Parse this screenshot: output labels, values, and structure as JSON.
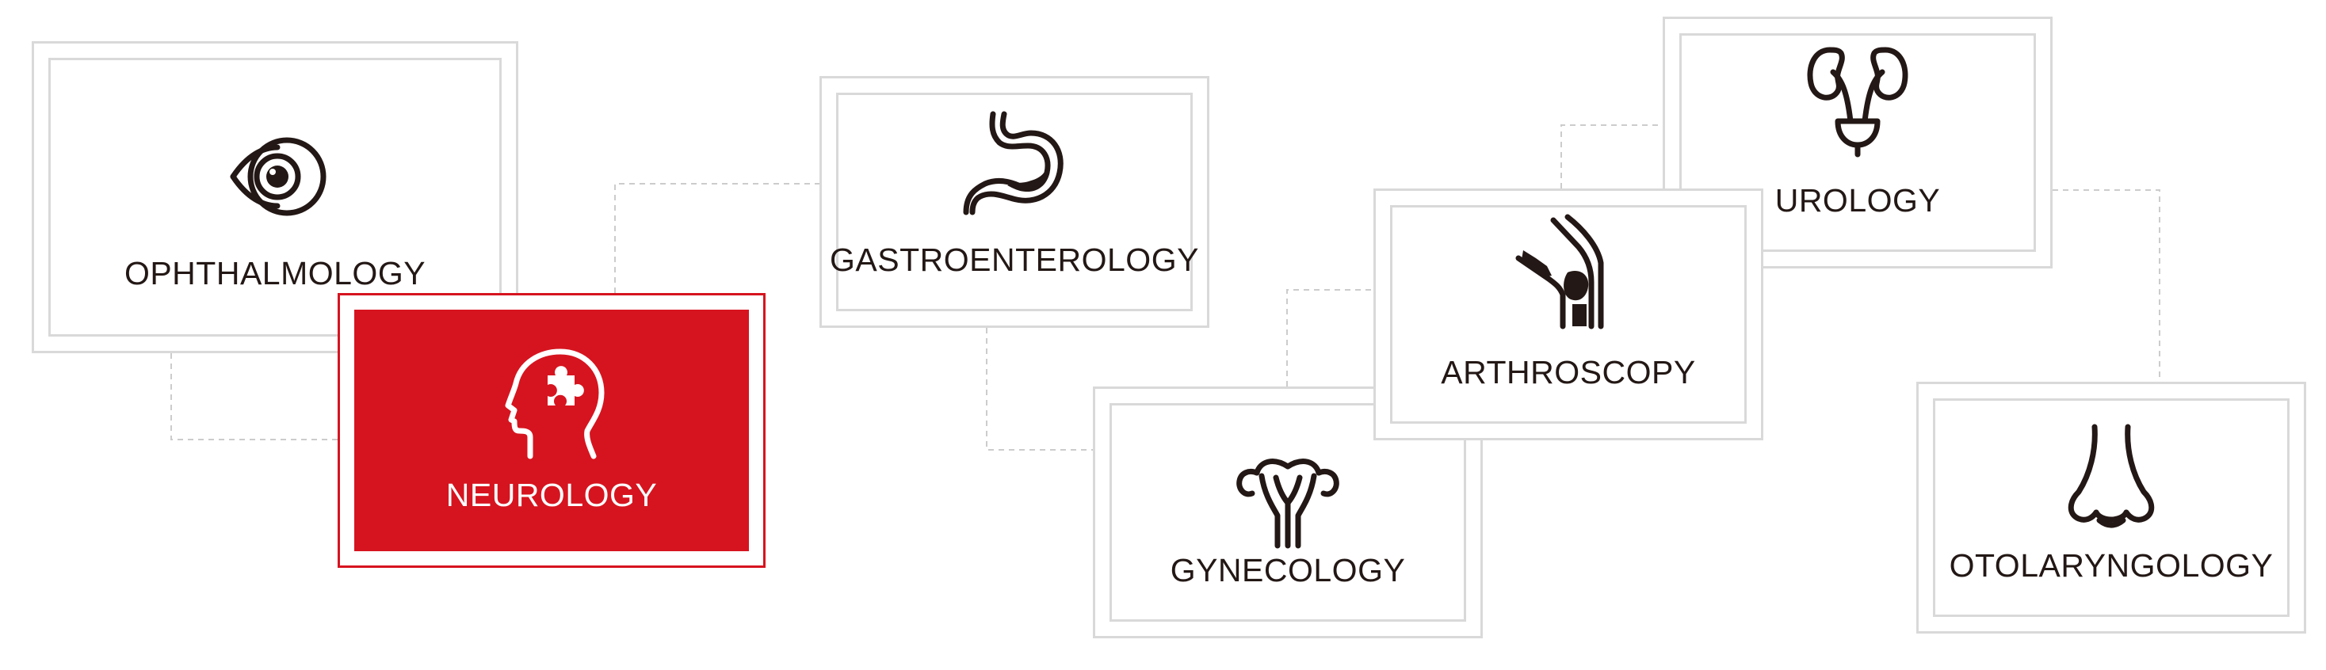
{
  "colors": {
    "accent": "#d6141f",
    "border": "#d9d9d9",
    "text": "#231815",
    "connector": "#cccccc"
  },
  "specialties": [
    {
      "label": "OPHTHALMOLOGY",
      "icon": "eye-icon",
      "active": false
    },
    {
      "label": "NEUROLOGY",
      "icon": "head-puzzle-icon",
      "active": true
    },
    {
      "label": "GASTROENTEROLOGY",
      "icon": "stomach-icon",
      "active": false
    },
    {
      "label": "GYNECOLOGY",
      "icon": "uterus-icon",
      "active": false
    },
    {
      "label": "ARTHROSCOPY",
      "icon": "knee-joint-icon",
      "active": false
    },
    {
      "label": "UROLOGY",
      "icon": "kidneys-icon",
      "active": false
    },
    {
      "label": "OTOLARYNGOLOGY",
      "icon": "nose-icon",
      "active": false
    }
  ]
}
